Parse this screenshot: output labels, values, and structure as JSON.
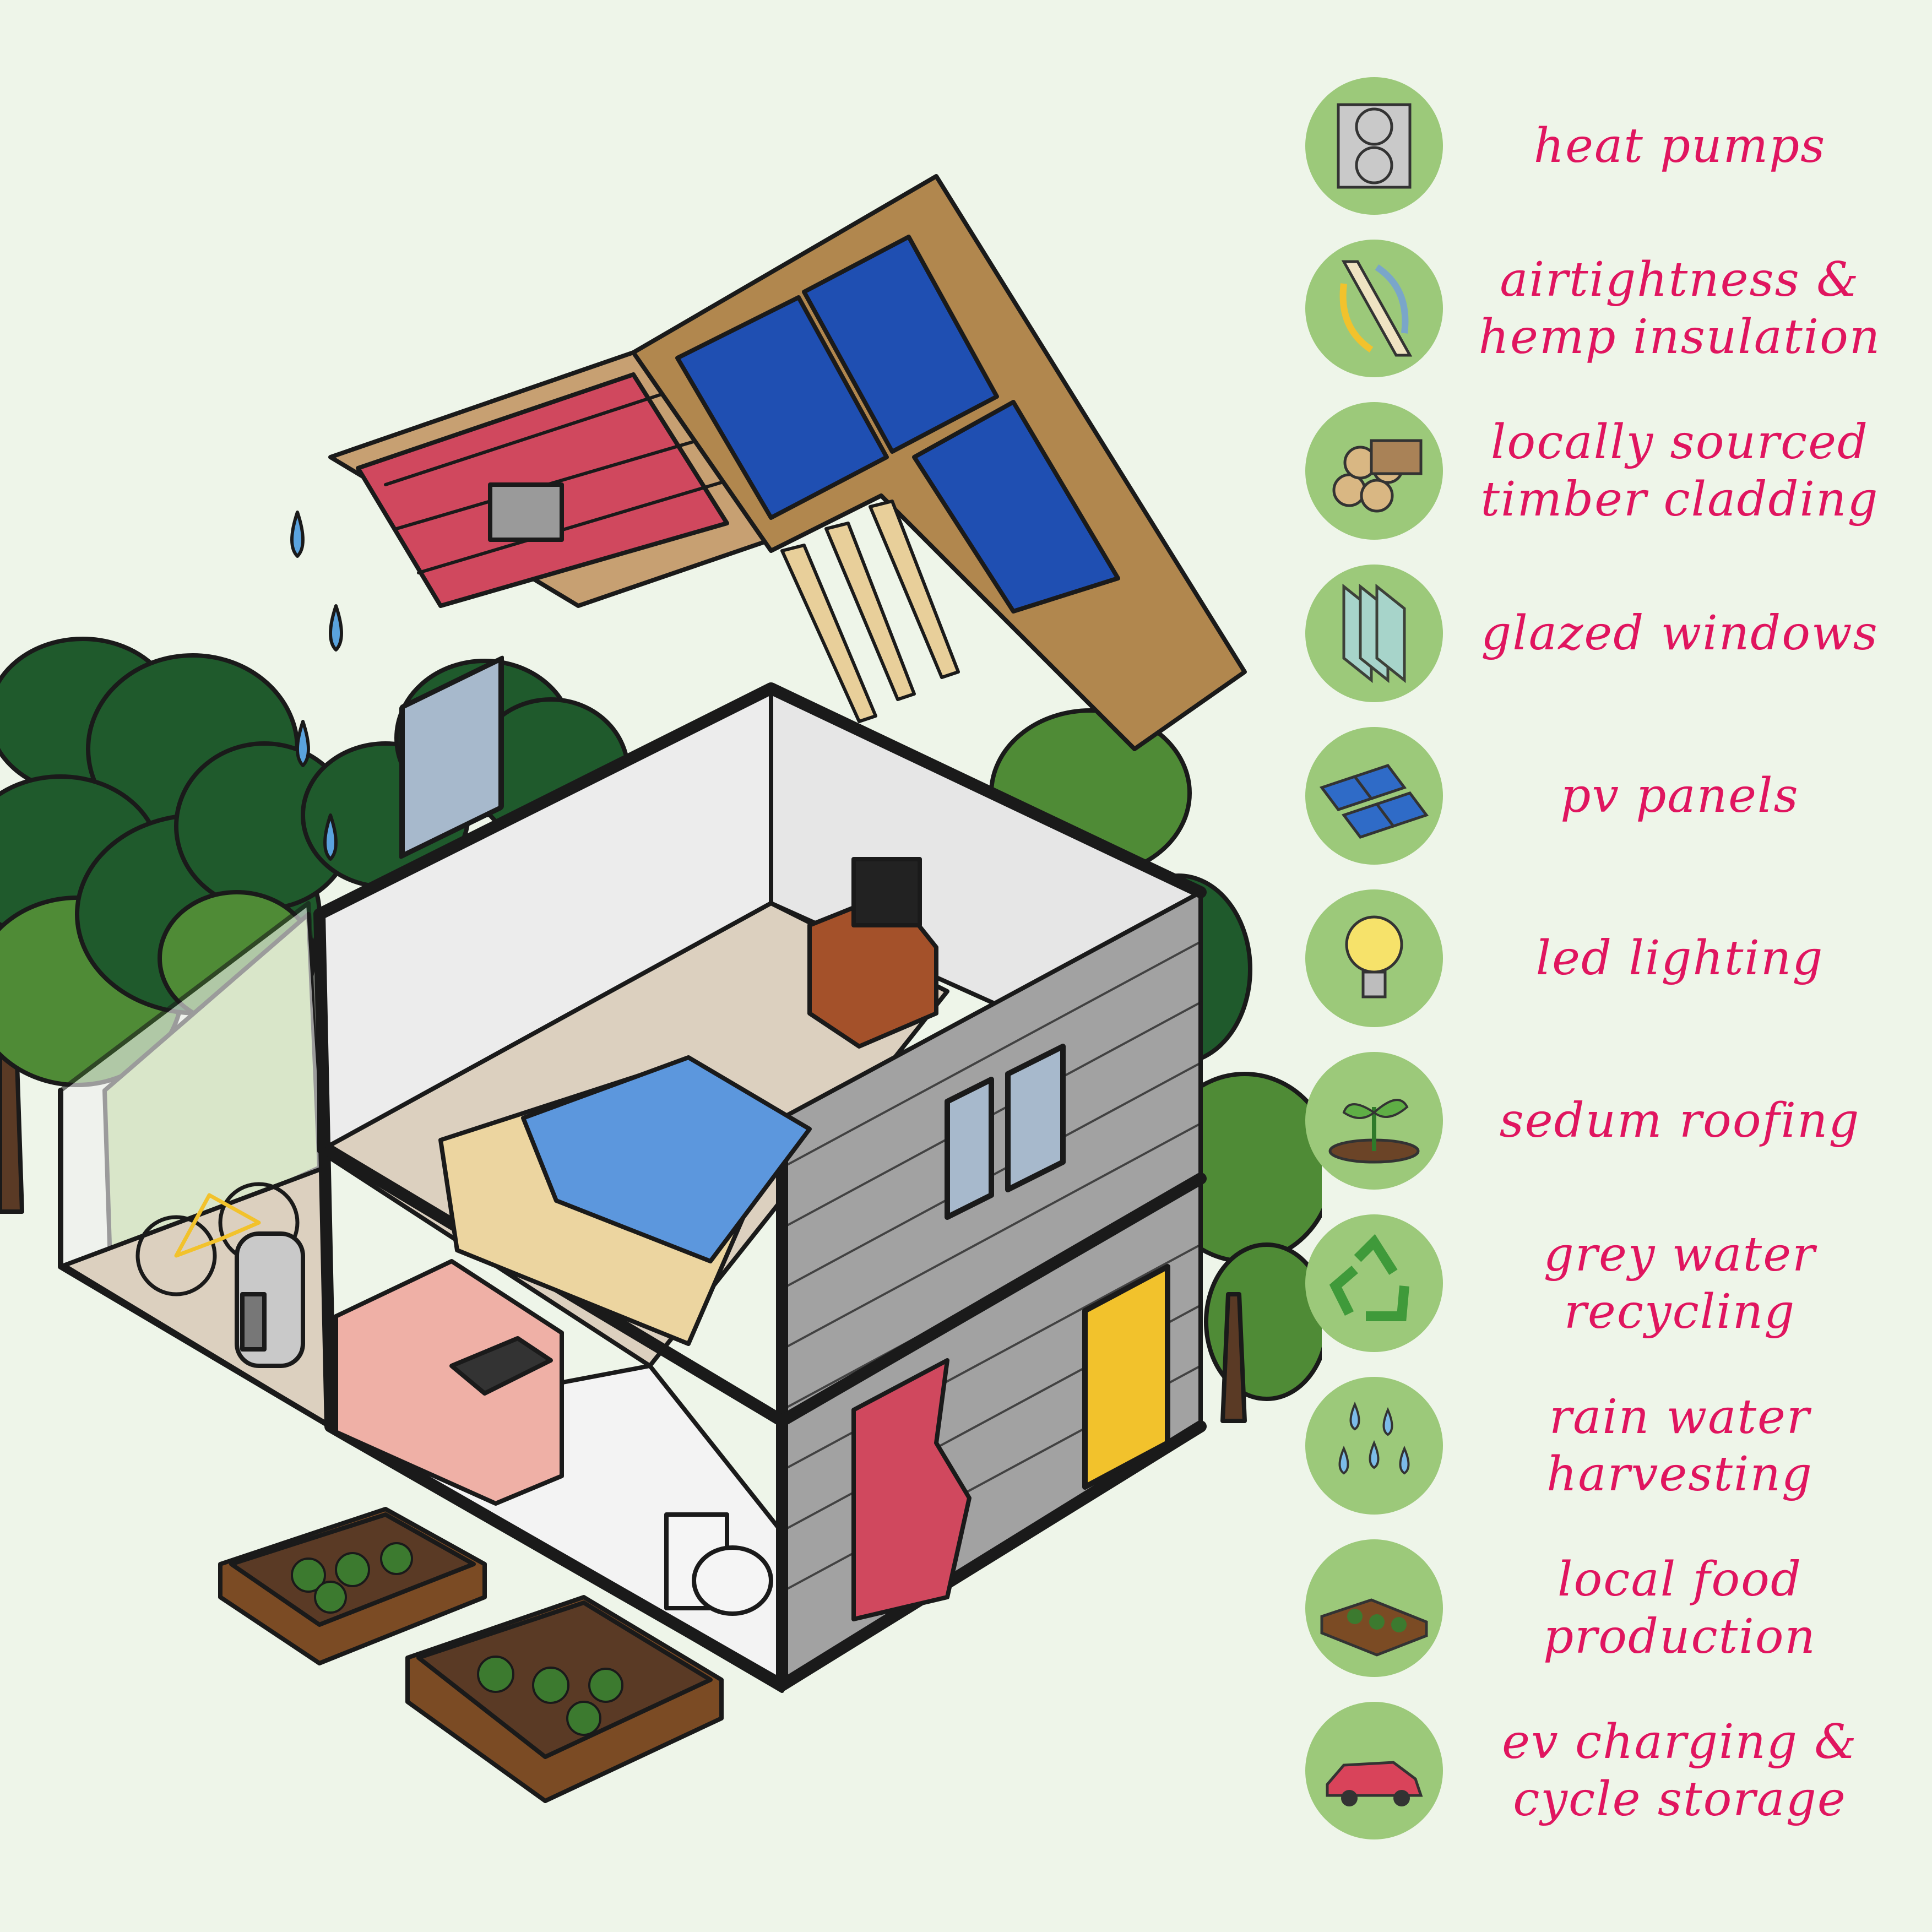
{
  "colors": {
    "background": "#eef5e9",
    "label_text": "#e0155f",
    "icon_circle": "#9cc97a",
    "tree_dark": "#1f5a2c",
    "tree_light": "#4f8b36",
    "wall_interior": "#ececec",
    "floor": "#dcd0bf",
    "cladding": "#a2a2a2",
    "roof_wood": "#b1874e",
    "insulation": "#d0485e",
    "solar": "#1f4fb2",
    "door": "#f2c22c",
    "bedding": "#5c97dd"
  },
  "legend": {
    "items": [
      {
        "icon": "heat-pump-icon",
        "lines": [
          "heat pumps"
        ]
      },
      {
        "icon": "airflow-insulation-icon",
        "lines": [
          "airtightness &",
          "hemp insulation"
        ]
      },
      {
        "icon": "timber-logs-icon",
        "lines": [
          "locally sourced",
          "timber cladding"
        ]
      },
      {
        "icon": "glazed-window-icon",
        "lines": [
          "glazed windows"
        ]
      },
      {
        "icon": "solar-panels-icon",
        "lines": [
          "pv panels"
        ]
      },
      {
        "icon": "light-bulb-icon",
        "lines": [
          "led lighting"
        ]
      },
      {
        "icon": "seedling-icon",
        "lines": [
          "sedum roofing"
        ]
      },
      {
        "icon": "recycle-icon",
        "lines": [
          "grey water",
          "recycling"
        ]
      },
      {
        "icon": "raindrops-icon",
        "lines": [
          "rain water",
          "harvesting"
        ]
      },
      {
        "icon": "raised-bed-icon",
        "lines": [
          "local food",
          "production"
        ]
      },
      {
        "icon": "electric-car-icon",
        "lines": [
          "ev charging &",
          "cycle storage"
        ]
      }
    ]
  }
}
